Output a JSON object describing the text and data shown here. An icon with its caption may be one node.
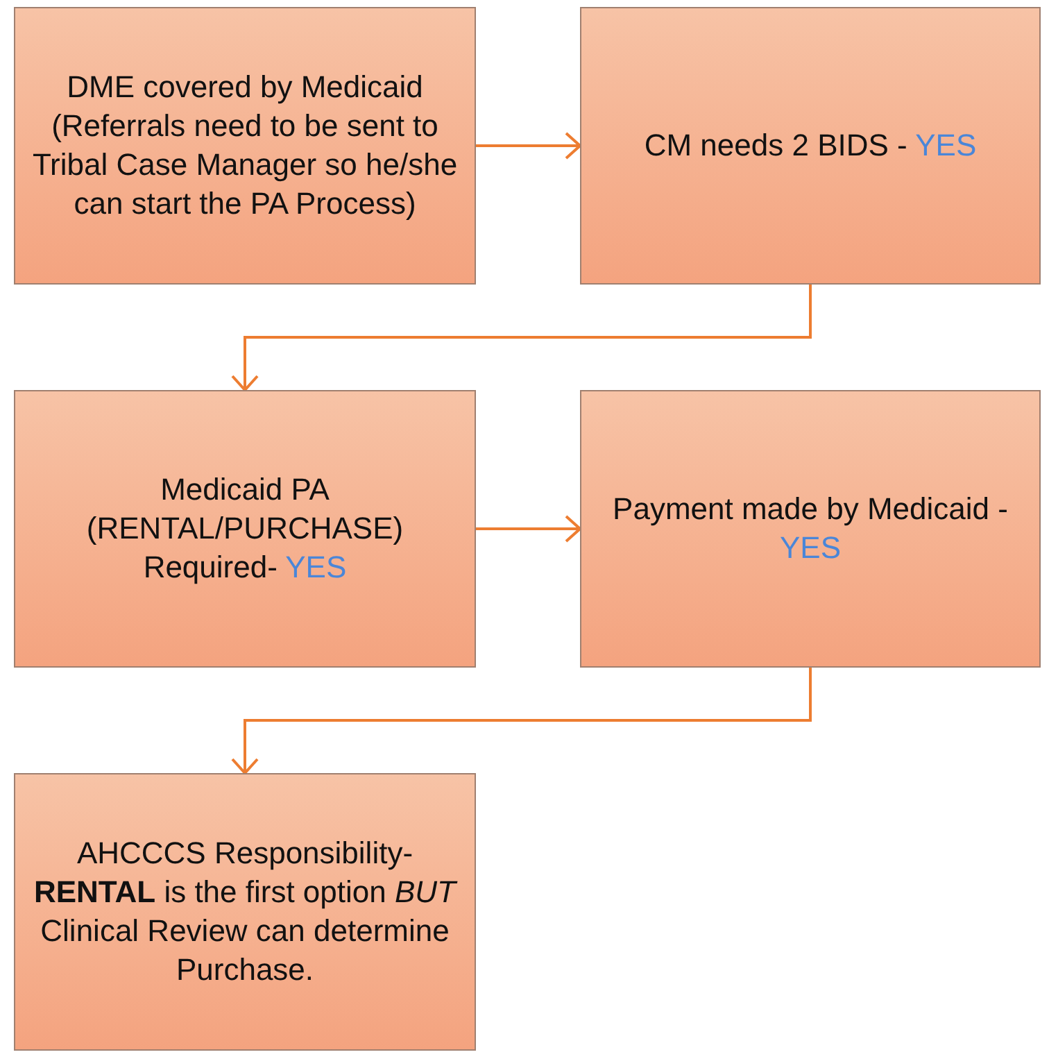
{
  "diagram": {
    "nodes": [
      {
        "text": [
          "DME covered by Medicaid (Referrals need to be sent to Tribal Case Manager so he/she can start the PA Process)"
        ]
      },
      {
        "text": [
          "CM needs 2 BIDS -",
          "YES"
        ]
      },
      {
        "text": [
          "Medicaid PA (RENTAL/PURCHASE) Required-",
          "YES"
        ]
      },
      {
        "text": [
          "Payment made by Medicaid -",
          "YES"
        ]
      },
      {
        "text": [
          "AHCCCS Responsibility- **RENTAL** is the first option *BUT* Clinical Review can determine Purchase."
        ]
      }
    ],
    "edges": [
      {
        "from": 0,
        "to": 1,
        "arrow": "to"
      },
      {
        "from": 1,
        "to": 2,
        "arrow": "to"
      },
      {
        "from": 2,
        "to": 3,
        "arrow": "to"
      },
      {
        "from": 3,
        "to": 4,
        "arrow": "to"
      }
    ]
  }
}
